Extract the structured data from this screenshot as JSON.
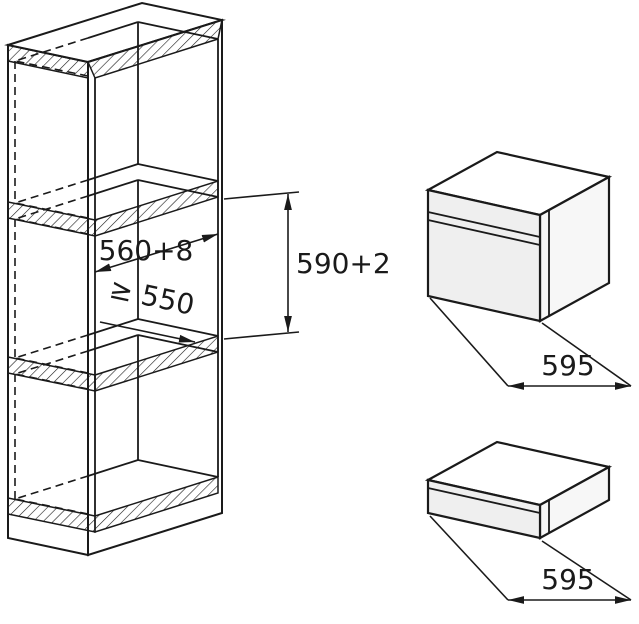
{
  "cabinet": {
    "niche_width_label": "560+8",
    "niche_depth_label": "≥ 550",
    "niche_height_label": "590+2"
  },
  "oven": {
    "width_label": "595"
  },
  "warming_drawer": {
    "width_label": "595"
  },
  "colors": {
    "line": "#1a1a1a",
    "front_shade": "#efefef",
    "side_shade": "#f7f7f7",
    "background": "#ffffff"
  }
}
